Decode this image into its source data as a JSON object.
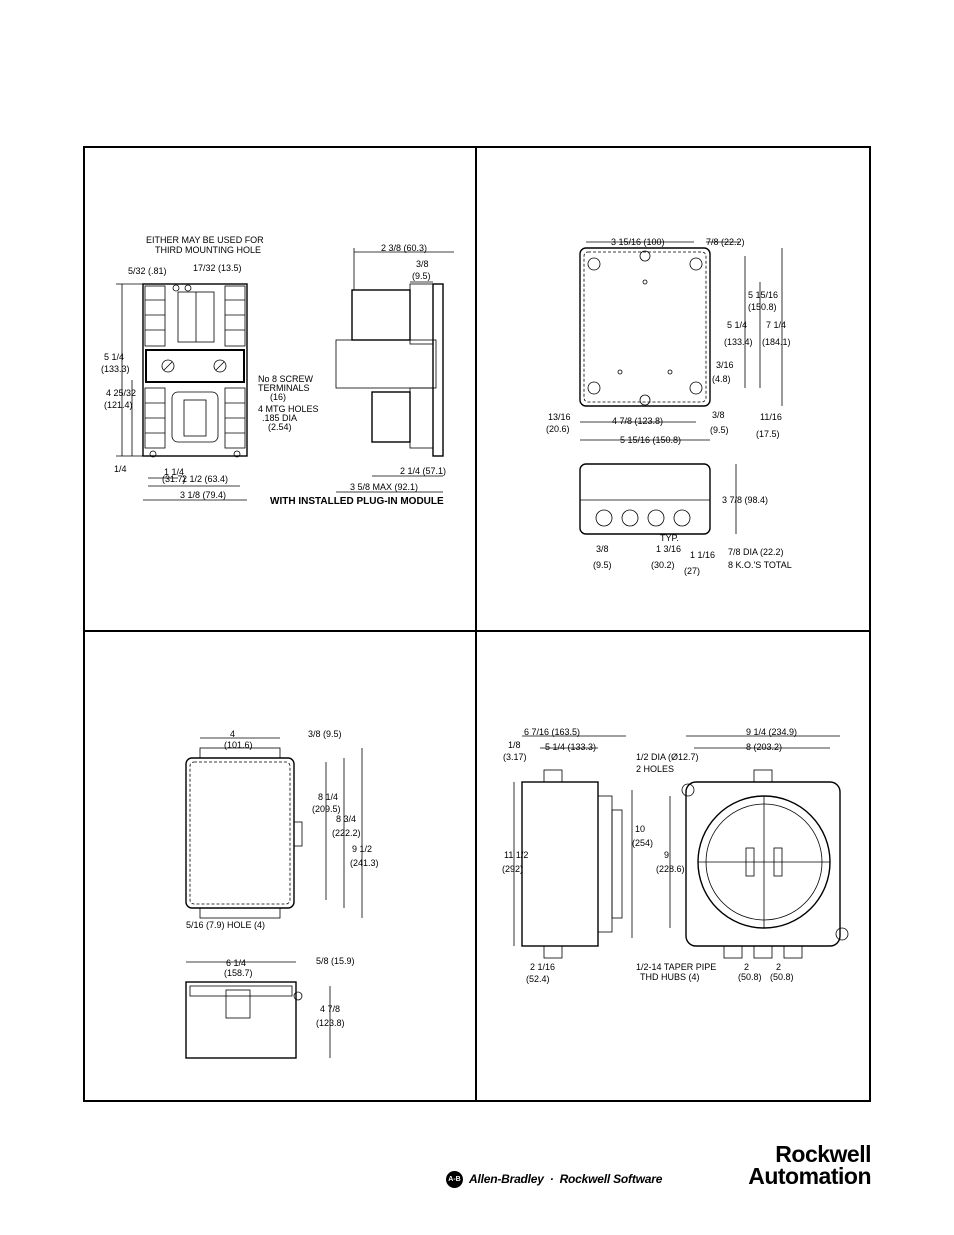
{
  "panels": {
    "top_left": {
      "notes": [
        "EITHER MAY BE USED FOR",
        "THIRD MOUNTING HOLE",
        "No 8 SCREW",
        "TERMINALS",
        "(16)",
        "4 MTG HOLES",
        ".185 DIA",
        "(2.54)"
      ],
      "caption": "WITH INSTALLED PLUG-IN MODULE",
      "dims": [
        "5/32 (.81)",
        "17/32 (13.5)",
        "2 3/8 (60.3)",
        "3/8 (9.5)",
        "5 1/4 (133.3)",
        "4 25/32 (121.4)",
        "1/4",
        "1 1/4 (31.7)",
        "2 1/2 (63.4)",
        "3 1/8 (79.4)",
        "2 1/4 (57.1)",
        "3 5/8 MAX (92.1)"
      ]
    },
    "top_right": {
      "notes": [
        "TYP.",
        "7/8 DIA (22.2)",
        "8 K.O.'S TOTAL"
      ],
      "dims": [
        "3 15/16 (100)",
        "7/8 (22.2)",
        "5 15/16 (150.8)",
        "5 1/4 (133.4)",
        "7 1/4 (184.1)",
        "3/16 (4.8)",
        "13/16 (20.6)",
        "4 7/8 (123.8)",
        "3/8 (9.5)",
        "11/16 (17.5)",
        "5 15/16 (150.8)",
        "3 7/8 (98.4)",
        "3/8 (9.5)",
        "1 3/16 (30.2)",
        "1 1/16 (27)"
      ]
    },
    "bottom_left": {
      "notes": [
        "5/16 (7.9) HOLE (4)"
      ],
      "dims": [
        "4 (101.6)",
        "3/8 (9.5)",
        "8 1/4 (209.5)",
        "8 3/4 (222.2)",
        "9 1/2 (241.3)",
        "6 1/4 (158.7)",
        "5/8 (15.9)",
        "4 7/8 (123.8)"
      ]
    },
    "bottom_right": {
      "notes": [
        "1/2 DIA (Ø12.7)",
        "2 HOLES",
        "1/2-14 TAPER PIPE",
        "THD HUBS (4)"
      ],
      "dims": [
        "6 7/16 (163.5)",
        "5 1/4 (133.3)",
        "1/8 (3.17)",
        "11 1/2 (292)",
        "10 (254)",
        "9 (228.6)",
        "9 1/4 (234.9)",
        "8 (203.2)",
        "2 1/16 (52.4)",
        "2 (50.8)",
        "2 (50.8)"
      ]
    }
  },
  "footer": {
    "ab_logo": "A-B",
    "brand_left": "Allen-Bradley",
    "separator": "·",
    "brand_right": "Rockwell Software",
    "rockwell_line1": "Rockwell",
    "rockwell_line2": "Automation"
  }
}
